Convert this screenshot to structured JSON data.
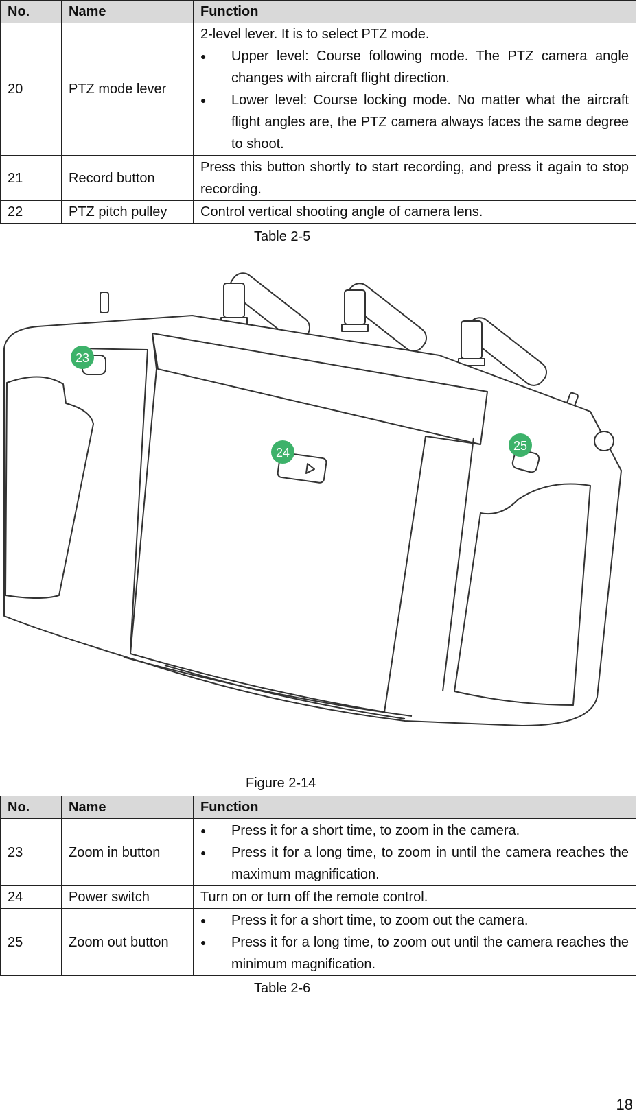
{
  "table1": {
    "headers": [
      "No.",
      "Name",
      "Function"
    ],
    "rows": [
      {
        "no": "20",
        "name": "PTZ mode lever",
        "intro": "2-level lever. It is to select PTZ mode.",
        "bullets": [
          "Upper level: Course following mode. The PTZ camera angle changes with aircraft flight direction.",
          "Lower level: Course locking mode. No matter what the aircraft flight angles are, the PTZ camera always faces the same degree to shoot."
        ]
      },
      {
        "no": "21",
        "name": "Record button",
        "text": "Press this button shortly to start recording, and press it again to stop recording."
      },
      {
        "no": "22",
        "name": "PTZ pitch pulley",
        "text": "Control vertical shooting angle of camera lens."
      }
    ]
  },
  "table1_caption": "Table 2-5",
  "figure": {
    "callouts": [
      "23",
      "24",
      "25"
    ],
    "caption": "Figure 2-14"
  },
  "table2": {
    "headers": [
      "No.",
      "Name",
      "Function"
    ],
    "rows": [
      {
        "no": "23",
        "name": "Zoom in button",
        "bullets": [
          "Press it for a short time, to zoom in the camera.",
          "Press it for a long time, to zoom in until the camera reaches the maximum magnification."
        ]
      },
      {
        "no": "24",
        "name": "Power switch",
        "text": "Turn on or turn off the remote control."
      },
      {
        "no": "25",
        "name": "Zoom out button",
        "bullets": [
          "Press it for a short time, to zoom out the camera.",
          "Press it for a long time, to zoom out until the camera reaches the minimum magnification."
        ]
      }
    ]
  },
  "table2_caption": "Table 2-6",
  "bullet_glyph": "●",
  "page_number": "18",
  "colors": {
    "header_bg": "#d9d9d9",
    "callout_green": "#3db26a",
    "line": "#222222"
  }
}
